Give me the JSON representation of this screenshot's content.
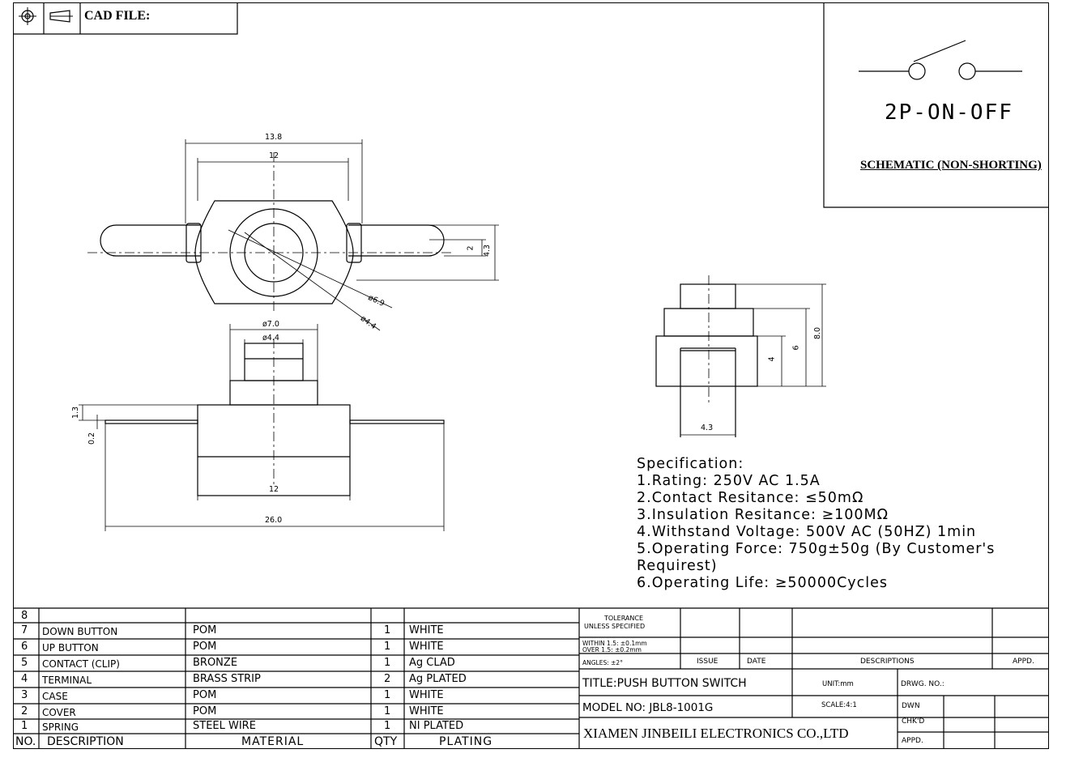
{
  "header": {
    "cad_label": "CAD FILE:"
  },
  "schematic": {
    "code": "2P-ON-OFF",
    "title": "SCHEMATIC (NON-SHORTING)"
  },
  "dimensions": {
    "top_outer": "13.8",
    "top_inner": "12",
    "right_small": "2",
    "right_big": "4.3",
    "dia_69": "ø6.9",
    "dia_44a": "ø4.4",
    "front_d70": "ø7.0",
    "front_d44": "ø4.4",
    "left_13": "1.3",
    "left_02": "0.2",
    "base_12": "12",
    "total_26": "26.0",
    "side_80": "8.0",
    "side_6": "6",
    "side_4": "4",
    "side_43": "4.3"
  },
  "specification": {
    "heading": "Specification:",
    "lines": [
      "1.Rating: 250V AC 1.5A",
      "2.Contact Resitance: ≤50mΩ",
      "3.Insulation Resitance: ≥100MΩ",
      "4.Withstand Voltage: 500V AC (50HZ) 1min",
      "5.Operating Force: 750g±50g (By Customer's",
      "Requirest)",
      "6.Operating Life: ≥50000Cycles"
    ]
  },
  "bom": {
    "headers": {
      "no": "NO.",
      "description": "DESCRIPTION",
      "material": "MATERIAL",
      "qty": "QTY",
      "plating": "PLATING"
    },
    "rows": [
      {
        "no": "8",
        "description": "",
        "material": "",
        "qty": "",
        "plating": ""
      },
      {
        "no": "7",
        "description": "DOWN BUTTON",
        "material": "POM",
        "qty": "1",
        "plating": "WHITE"
      },
      {
        "no": "6",
        "description": "UP BUTTON",
        "material": "POM",
        "qty": "1",
        "plating": "WHITE"
      },
      {
        "no": "5",
        "description": "CONTACT (CLIP)",
        "material": "BRONZE",
        "qty": "1",
        "plating": "Ag CLAD"
      },
      {
        "no": "4",
        "description": "TERMINAL",
        "material": "BRASS STRIP",
        "qty": "2",
        "plating": "Ag PLATED"
      },
      {
        "no": "3",
        "description": "CASE",
        "material": "POM",
        "qty": "1",
        "plating": "WHITE"
      },
      {
        "no": "2",
        "description": "COVER",
        "material": "POM",
        "qty": "1",
        "plating": "WHITE"
      },
      {
        "no": "1",
        "description": "SPRING",
        "material": "STEEL WIRE",
        "qty": "1",
        "plating": "NI PLATED"
      }
    ]
  },
  "title_block": {
    "tolerance_1": "TOLERANCE",
    "tolerance_2": "UNLESS SPECIFIED",
    "within_1": "WITHIN 1.5: ±0.1mm",
    "within_2": "OVER 1.5: ±0.2mm",
    "angles": "ANGLES: ±2°",
    "issue": "ISSUE",
    "date": "DATE",
    "descriptions": "DESCRIPTIONS",
    "appd_head": "APPD.",
    "title": "TITLE:PUSH BUTTON SWITCH",
    "unit": "UNIT:mm",
    "drwg_no": "DRWG. NO.:",
    "model": "MODEL NO: JBL8-1001G",
    "scale": "SCALE:4:1",
    "dwn": "DWN",
    "chkd": "CHK'D",
    "appd": "APPD.",
    "company": "XIAMEN JINBEILI ELECTRONICS CO.,LTD"
  }
}
